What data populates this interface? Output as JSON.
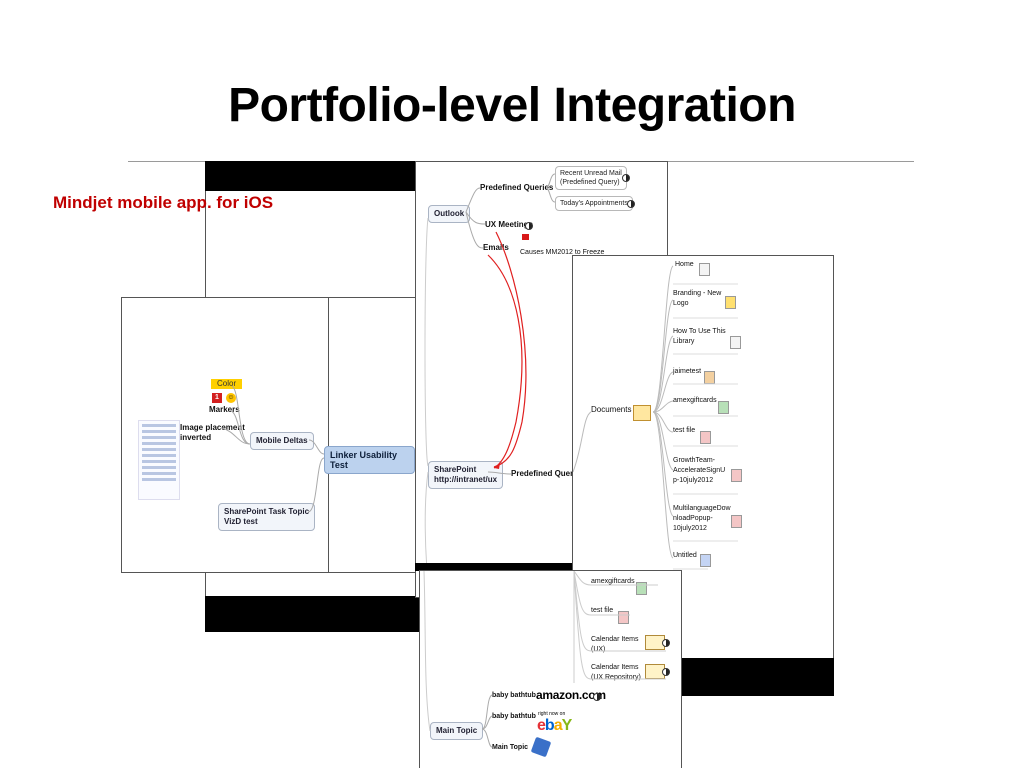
{
  "slide": {
    "title": "Portfolio-level Integration",
    "subtitle": "Mindjet mobile app. for iOS"
  },
  "left_map": {
    "color_tag": "Color",
    "marker_badge": "1",
    "markers": "Markers",
    "image_placement": "Image placement\ninverted",
    "mobile_deltas": "Mobile Deltas",
    "central": "Linker Usability Test",
    "sharepoint_task": "SharePoint Task Topic\nVizD test"
  },
  "outlook_map": {
    "outlook": "Outlook",
    "predefined_queries": "Predefined Queries",
    "recent_unread": "Recent Unread Mail\n(Predefined Query)",
    "todays_appointments": "Today's Appointments",
    "ux_meetings": "UX Meetings",
    "emails": "Emails",
    "causes_freeze": "Causes MM2012 to Freeze",
    "sharepoint": "SharePoint\nhttp://intranet/ux",
    "predefined_queries_2": "Predefined Queries"
  },
  "documents_map": {
    "documents": "Documents",
    "items": [
      "Home",
      "Branding - New\nLogo",
      "How To Use This\nLibrary",
      "jaimetest",
      "amexgiftcards",
      "test file",
      "GrowthTeam-\nAccelerateSignU\np-10july2012",
      "MultilanguageDow\nnloadPopup-\n10july2012",
      "Untitled"
    ]
  },
  "bottom_map": {
    "amexgiftcards": "amexgiftcards",
    "test_file": "test file",
    "cal_ux": "Calendar Items\n(UX)",
    "cal_ux_repo": "Calendar Items\n(UX Repository)",
    "main_topic": "Main Topic",
    "baby_bathtub_1": "baby bathtub",
    "baby_bathtub_2": "baby bathtub",
    "main_topic_2": "Main Topic",
    "amazon_logo": "amazon.com",
    "ebay_small": "right now on",
    "ebay_e": "e",
    "ebay_b": "b",
    "ebay_a": "a",
    "ebay_y": "Y"
  },
  "colors": {
    "subtitle": "#c00000",
    "central_fill": "#bcd2ee",
    "link_red": "#e02020"
  }
}
